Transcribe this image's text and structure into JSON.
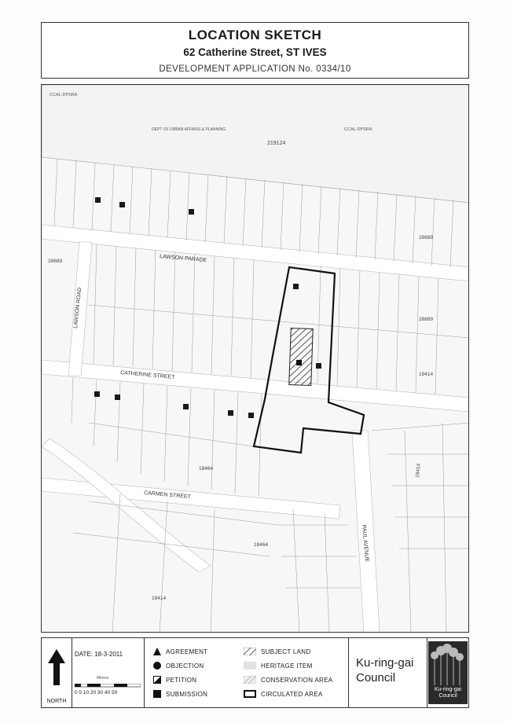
{
  "header": {
    "title": "LOCATION SKETCH",
    "subtitle": "62 Catherine Street,  ST IVES",
    "application": "DEVELOPMENT APPLICATION No. 0334/10"
  },
  "map": {
    "streets": {
      "lawson_parade": "LAWSON PARADE",
      "lawson_road": "LAWSON ROAD",
      "catherine_street": "CATHERINE STREET",
      "carmen_street": "CARMEN STREET",
      "paul_avenue": "PAUL AVENUE"
    },
    "plan_labels": {
      "dp_219124": "219124",
      "dp_28689_a": "28689",
      "dp_28689_b": "28689",
      "dp_28689_c": "28689",
      "dp_19414_a": "19414",
      "dp_19414_b": "19414",
      "dp_18464_a": "18464",
      "dp_18464_b": "18464",
      "dp_19414_c": "19414",
      "ccal_top_left": "CCAL-DPSRA",
      "ccal_top_right": "CCAL-DPSRA",
      "dept": "DEPT OF URBAN AFFAIRS & PLANNING"
    }
  },
  "legend": {
    "north_label": "NORTH",
    "date": "DATE: 18-3-2011",
    "scale_label": "Metres",
    "scale_ticks": "0  5 10    20    30    40    50",
    "agreement": "AGREEMENT",
    "objection": "OBJECTION",
    "petition": "PETITION",
    "submission": "SUBMISSION",
    "subject_land": "SUBJECT LAND",
    "heritage_item": "HERITAGE ITEM",
    "conservation_area": "CONSERVATION AREA",
    "circulated_area": "CIRCULATED AREA",
    "council_name_line1": "Ku-ring-gai",
    "council_name_line2": "Council",
    "logo_text_line1": "Ku-ring-gai",
    "logo_text_line2": "Council"
  }
}
